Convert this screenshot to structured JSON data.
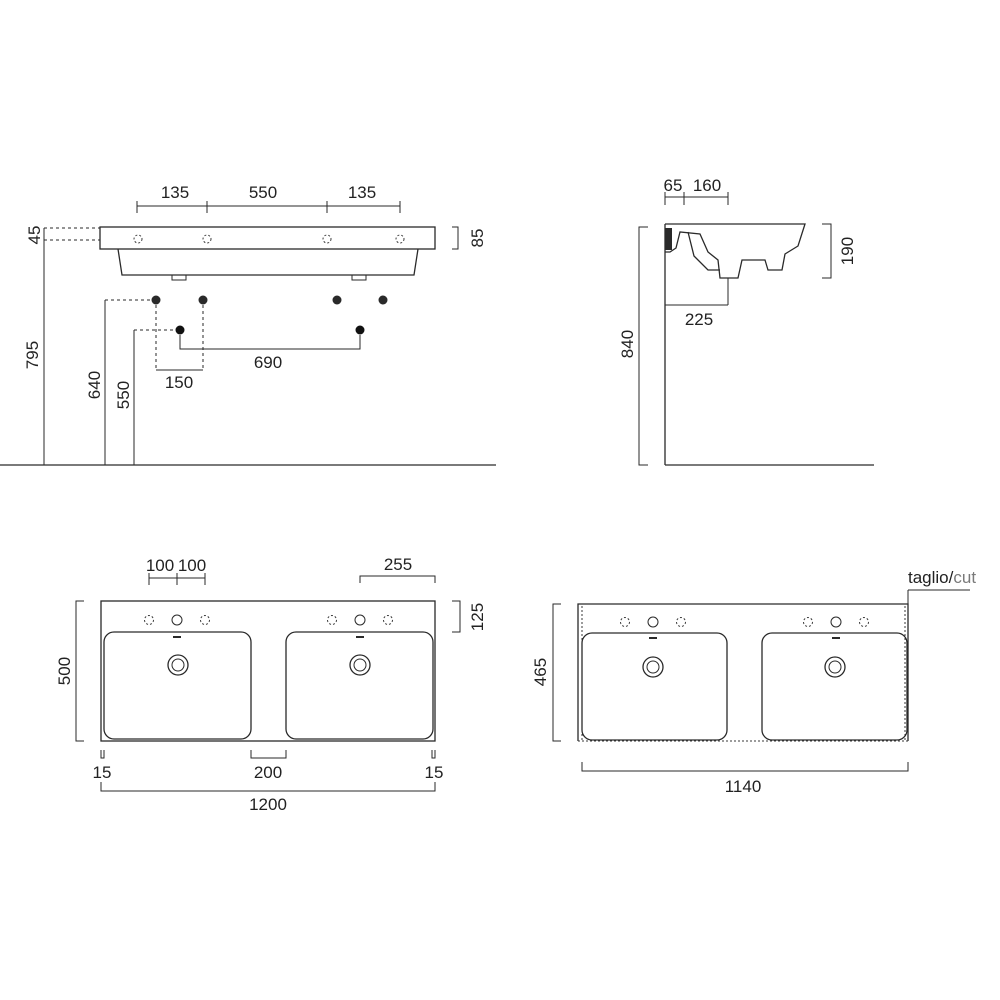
{
  "front": {
    "d_135_left": "135",
    "d_550": "550",
    "d_135_right": "135",
    "d_45": "45",
    "d_85": "85",
    "d_795": "795",
    "d_640": "640",
    "d_550_height": "550",
    "d_150": "150",
    "d_690": "690"
  },
  "side": {
    "d_65": "65",
    "d_160": "160",
    "d_190": "190",
    "d_225": "225",
    "d_840": "840"
  },
  "top": {
    "d_100_a": "100",
    "d_100_b": "100",
    "d_255": "255",
    "d_125": "125",
    "d_500": "500",
    "d_15_left": "15",
    "d_200": "200",
    "d_15_right": "15",
    "d_1200": "1200"
  },
  "cut": {
    "label_main": "taglio/",
    "label_accent": "cut",
    "d_465": "465",
    "d_1140": "1140"
  }
}
